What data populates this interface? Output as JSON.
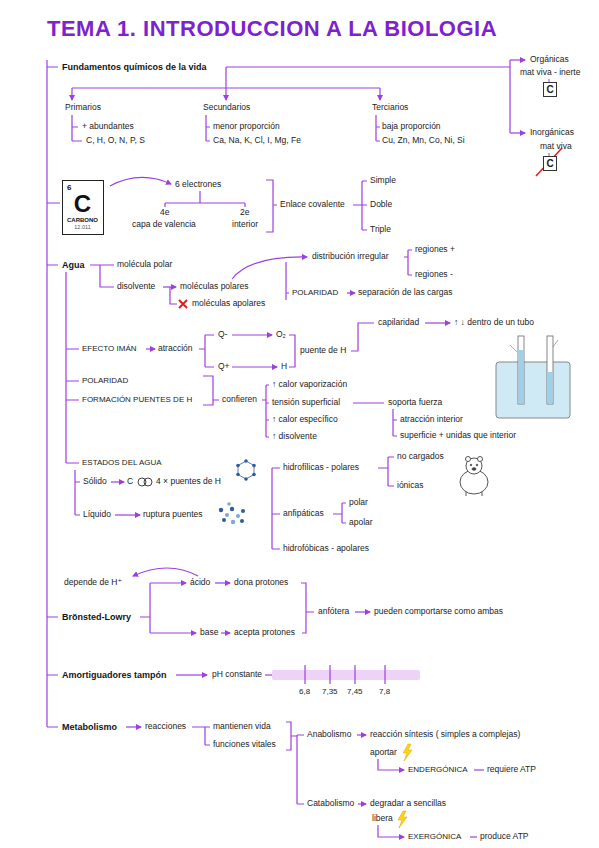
{
  "diagram": {
    "title": "TEMA 1. INTRODUCCION A LA BIOLOGIA",
    "nodes": [
      {
        "text": [
          "6",
          "C",
          "CARBONO",
          "12.011"
        ]
      }
    ],
    "labels": [
      "Fundamentos químicos de la vida",
      "Orgánicas",
      "mat viva - inerte",
      "C",
      "Inorgánicas",
      "mat viva",
      "C",
      "Primarios",
      "+ abundantes",
      "C, H, O, N, P, S",
      "Secundarios",
      "menor proporción",
      "Ca, Na, K, Cl, I, Mg, Fe",
      "Terciarios",
      "baja proporción",
      "Cu, Zn, Mn, Co, Ni, Si",
      "6 electrones",
      "4e",
      "capa de valencia",
      "2e",
      "interior",
      "Enlace covalente",
      "Simple",
      "Doble",
      "Triple",
      "Agua",
      "molécula polar",
      "disolvente",
      "moléculas polares",
      "moléculas apolares",
      "distribución irregular",
      "regiones +",
      "regiones -",
      "POLARIDAD",
      "separación de las cargas",
      "EFECTO IMÁN",
      "atracción",
      "Q-",
      "O₂",
      "Q+",
      "H",
      "puente de H",
      "capilaridad",
      "↑ ↓ dentro de un tubo",
      "POLARIDAD",
      "FORMACIÓN PUENTES DE H",
      "confieren",
      "↑ calor vaporización",
      "tensión superficial",
      "↑ calor específico",
      "↑ disolvente",
      "soporta fuerza",
      "atracción interior",
      "superficie + unidas que interior",
      "ESTADOS DEL AGUA",
      "Sólido",
      "C",
      "4 × puentes de H",
      "Líquido",
      "ruptura puentes",
      "hidrofílicas - polares",
      "no cargados",
      "iónicas",
      "anfipáticas",
      "polar",
      "apolar",
      "hidrofóbicas - apolares",
      "depende de H⁺",
      "ácido",
      "dona protones",
      "Brönsted-Lowry",
      "anfótera",
      "pueden comportarse como ambas",
      "base",
      "acepta protones",
      "Amortiguadores tampón",
      "pH constante",
      "6,8",
      "7,35",
      "7,45",
      "7,8",
      "Metabolismo",
      "reacciones",
      "mantienen vida",
      "funciones vitales",
      "Anabolismo",
      "reacción síntesis ( simples a complejas)",
      "aportar",
      "ENDERGÓNICA",
      "requiere ATP",
      "Catabolismo",
      "degradar a sencillas",
      "libera",
      "EXERGÓNICA",
      "produce ATP"
    ]
  }
}
